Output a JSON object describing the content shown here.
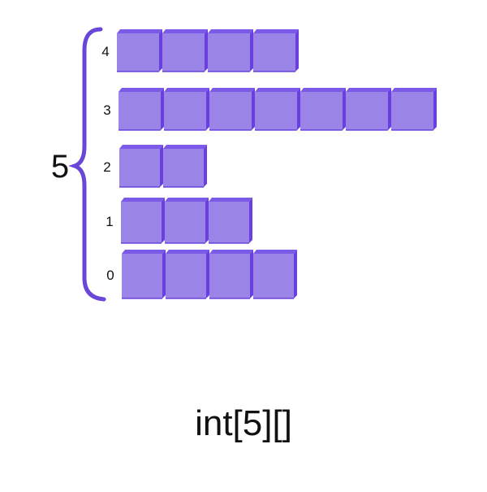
{
  "array": {
    "declaration": "int[5][]",
    "outer_length": "5",
    "rows": [
      {
        "index": "0",
        "length": 4
      },
      {
        "index": "1",
        "length": 3
      },
      {
        "index": "2",
        "length": 2
      },
      {
        "index": "3",
        "length": 7
      },
      {
        "index": "4",
        "length": 4
      }
    ]
  },
  "colors": {
    "cell_front": "#9a84e8",
    "cell_top": "#7a5ae6",
    "cell_side": "#6a3fe0",
    "cell_edge": "#5a2fd8",
    "brace": "#6a46d8",
    "text": "#111111"
  }
}
